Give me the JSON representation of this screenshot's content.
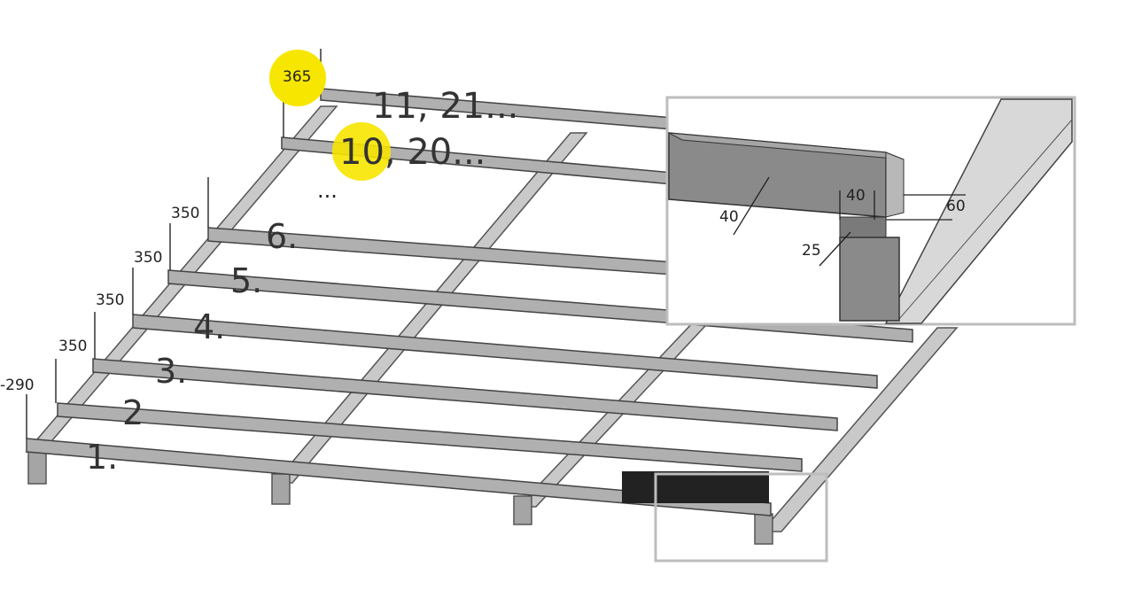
{
  "colors": {
    "highlight": "#f7e600",
    "beam": "#9a9a9a",
    "beam_dark": "#6e6e6e",
    "strip": "#222222",
    "frame": "#bdbdbd"
  },
  "batten_labels": {
    "b1": "1.",
    "b2": "2",
    "b3": "3.",
    "b4": "4.",
    "b5": "5.",
    "b6": "6.",
    "b10": "10, 20...",
    "b11": "11, 21...",
    "ellipsis": "..."
  },
  "spacing_labels": {
    "first": "-290",
    "s1": "350",
    "s2": "350",
    "s3": "350",
    "s4": "350",
    "top": "365"
  },
  "detail_labels": {
    "batten_width": "40",
    "batten_height": "40",
    "counter_batten": "60",
    "gap": "25"
  }
}
